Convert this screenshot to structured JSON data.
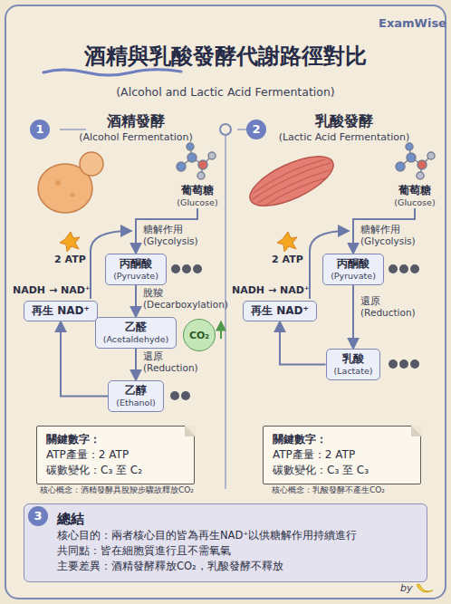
{
  "diagram": {
    "title": "酒精與乳酸發酵代謝路徑對比",
    "nodes": [
      {
        "text": [
          "葡萄糖",
          "(Glucose)"
        ]
      },
      {
        "text": [
          "丙酮酸",
          "(Pyruvate)"
        ]
      },
      {
        "text": [
          "再生 NAD⁺"
        ]
      },
      {
        "text": [
          "乙醛",
          "(Acetaldehyde)"
        ]
      },
      {
        "text": [
          "CO₂"
        ]
      },
      {
        "text": [
          "乙醇",
          "(Ethanol)"
        ]
      },
      {
        "text": [
          "關鍵數字：",
          "ATP產量：2 ATP",
          "碳數變化：C₃ 至 C₂"
        ]
      },
      {
        "text": [
          "葡萄糖",
          "(Glucose)"
        ]
      },
      {
        "text": [
          "丙酮酸",
          "(Pyruvate)"
        ]
      },
      {
        "text": [
          "再生 NAD⁺"
        ]
      },
      {
        "text": [
          "乳酸",
          "(Lactate)"
        ]
      },
      {
        "text": [
          "關鍵數字：",
          "ATP產量：2 ATP",
          "碳數變化：C₃ 至 C₃"
        ]
      },
      {
        "text": [
          "總結",
          "核心目的：兩者核心目的皆為再生NAD⁺以供糖解作用持續進行",
          "共同點：皆在細胞質進行且不需氧氣",
          "主要差異：酒精發酵釋放CO₂，乳酸發酵不釋放"
        ]
      }
    ],
    "edges": [
      {
        "from": 0,
        "to": 1,
        "label": "糖解作用 (Glycolysis)",
        "arrow": "to"
      },
      {
        "from": 1,
        "to": 3,
        "label": "脫羧 (Decarboxylation)",
        "arrow": "to"
      },
      {
        "from": 3,
        "to": 5,
        "label": "還原 (Reduction)",
        "arrow": "to"
      },
      {
        "from": 5,
        "to": 2,
        "arrow": "to"
      },
      {
        "from": 7,
        "to": 8,
        "label": "糖解作用 (Glycolysis)",
        "arrow": "to"
      },
      {
        "from": 8,
        "to": 10,
        "label": "還原 (Reduction)",
        "arrow": "to"
      },
      {
        "from": 10,
        "to": 9,
        "arrow": "to"
      }
    ],
    "labels": [
      "ExamWise",
      "(Alcohol and Lactic Acid Fermentation)",
      "1",
      "酒精發酵",
      "(Alcohol Fermentation)",
      "2",
      "乳酸發酵",
      "(Lactic Acid Fermentation)",
      "2 ATP",
      "NADH → NAD⁺",
      "核心概念：酒精發酵具脫羧步驟故釋放CO₂",
      "2 ATP",
      "NADH → NAD⁺",
      "核心概念：乳酸發酵不產生CO₂",
      "3",
      "by"
    ]
  }
}
